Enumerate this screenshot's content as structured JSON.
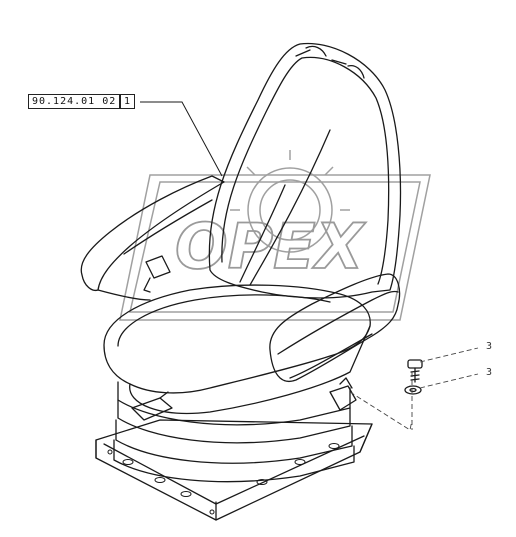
{
  "figure": {
    "part_reference": "90.124.01 02",
    "part_index": "1",
    "callouts": [
      "3",
      "3"
    ],
    "watermark_text": "OPEX",
    "colors": {
      "line": "#1a1a1a",
      "watermark": "#9a9a9a"
    }
  }
}
